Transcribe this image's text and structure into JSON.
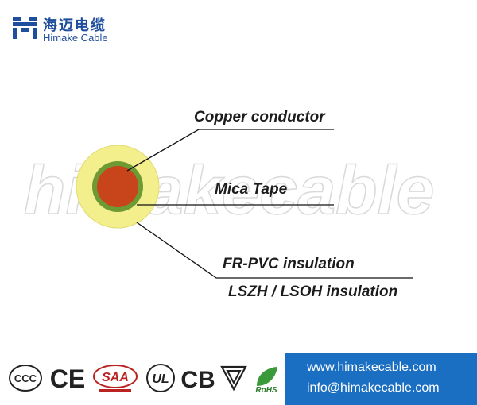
{
  "brand": {
    "name_cn": "海迈电缆",
    "name_en": "Himake Cable",
    "color": "#1f4e9c"
  },
  "watermark": "himakecable",
  "diagram": {
    "labels": {
      "copper": "Copper conductor",
      "mica": "Mica Tape",
      "frpvc": "FR-PVC insulation",
      "lszh": "LSZH / LSOH insulation"
    },
    "colors": {
      "conductor": "#c8441a",
      "mica": "#5a8a2a",
      "insulation": "#f3ef8c"
    }
  },
  "certifications": [
    "CCC",
    "CE",
    "SAA",
    "UL",
    "CB",
    "RoHS"
  ],
  "contact": {
    "website": "www.himakecable.com",
    "email": "info@himakecable.com",
    "background": "#1b6fc2"
  }
}
